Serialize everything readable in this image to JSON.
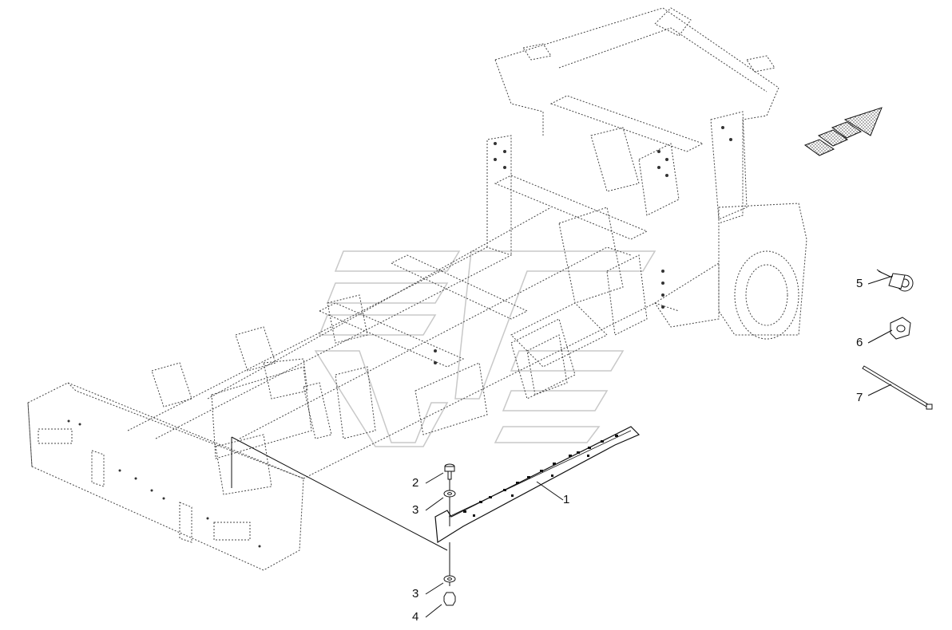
{
  "diagram": {
    "callouts": [
      {
        "id": "c1",
        "label": "1"
      },
      {
        "id": "c2",
        "label": "2"
      },
      {
        "id": "c3a",
        "label": "3"
      },
      {
        "id": "c3b",
        "label": "3"
      },
      {
        "id": "c4",
        "label": "4"
      },
      {
        "id": "c5",
        "label": "5"
      },
      {
        "id": "c6",
        "label": "6"
      },
      {
        "id": "c7",
        "label": "7"
      }
    ],
    "line_color": "#111111",
    "dotted_color": "#444444",
    "watermark_color": "#bbbbbb",
    "icons": [
      "direction-arrow-icon",
      "watermark-logo"
    ]
  }
}
